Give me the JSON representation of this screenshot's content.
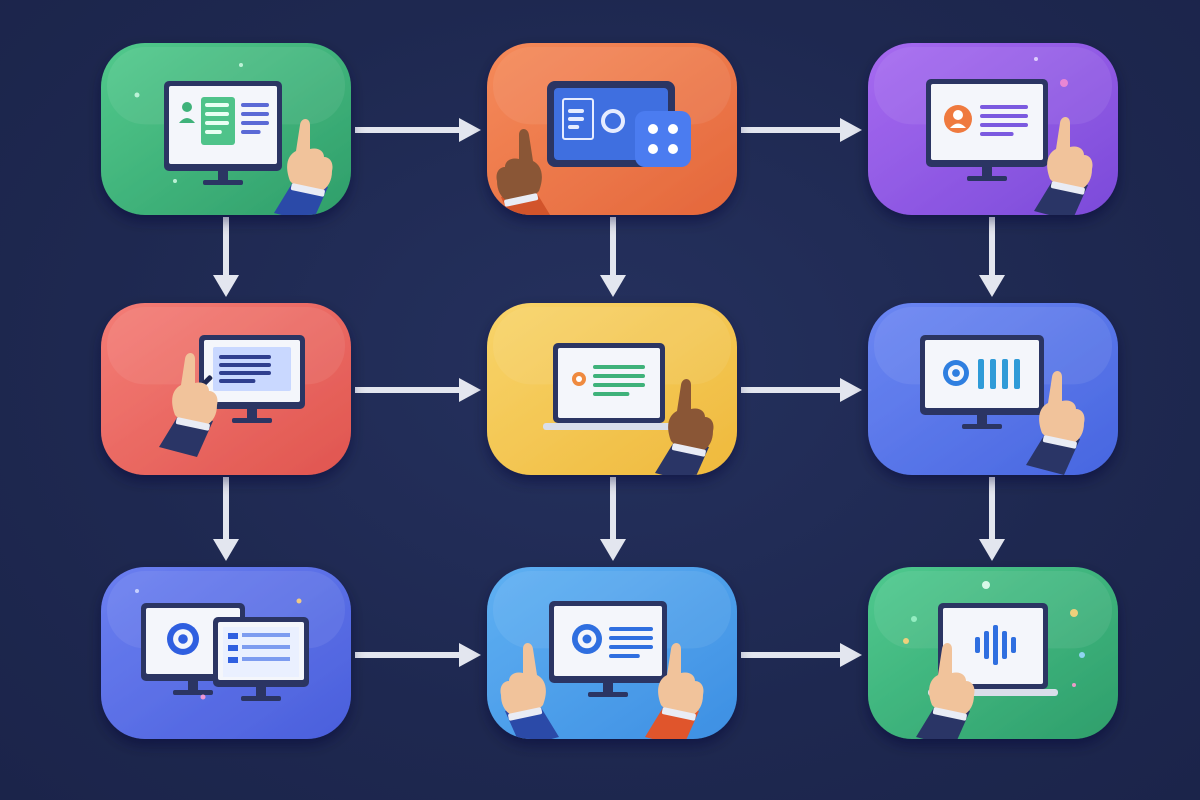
{
  "diagram": {
    "background_color": "#1f2a52",
    "arrow_color": "#e3e6ef",
    "nodes": [
      {
        "id": "step-1",
        "color_top": "#52c98c",
        "color_bottom": "#2f9e6a",
        "scene": "monitor-profile-form-touch",
        "skin": "#f1c39b",
        "sleeve": "#2b4aa8"
      },
      {
        "id": "step-2",
        "color_top": "#f58a5a",
        "color_bottom": "#e4673b",
        "scene": "tablet-with-app-grid",
        "skin": "#8a5636",
        "sleeve": "#d2542b"
      },
      {
        "id": "step-3",
        "color_top": "#a66af0",
        "color_bottom": "#7b4ad9",
        "scene": "monitor-user-card-touch",
        "skin": "#f1c39b",
        "sleeve": "#2a3566"
      },
      {
        "id": "step-4",
        "color_top": "#f47d76",
        "color_bottom": "#e0554f",
        "scene": "monitor-text-pen",
        "skin": "#f1c39b",
        "sleeve": "#2a3566"
      },
      {
        "id": "step-5",
        "color_top": "#f8d46a",
        "color_bottom": "#efb93c",
        "scene": "laptop-form-touch",
        "skin": "#8a5636",
        "sleeve": "#2a3566"
      },
      {
        "id": "step-6",
        "color_top": "#6b86f2",
        "color_bottom": "#4766e0",
        "scene": "monitor-bars-touch",
        "skin": "#f1c39b",
        "sleeve": "#2a3566"
      },
      {
        "id": "step-7",
        "color_top": "#6b7ff0",
        "color_bottom": "#4a5fdc",
        "scene": "dual-monitor-target",
        "skin": "#f1c39b",
        "sleeve": "#2a3566"
      },
      {
        "id": "step-8",
        "color_top": "#5fb0f2",
        "color_bottom": "#3d8fe3",
        "scene": "monitor-target-typing",
        "skin": "#f1c39b",
        "sleeve": "#2b4aa8"
      },
      {
        "id": "step-9",
        "color_top": "#4fc98e",
        "color_bottom": "#2e9e6b",
        "scene": "laptop-audio-wave-touch",
        "skin": "#f1c39b",
        "sleeve": "#2a3566"
      }
    ],
    "edges": [
      {
        "from": "step-1",
        "to": "step-2"
      },
      {
        "from": "step-2",
        "to": "step-3"
      },
      {
        "from": "step-4",
        "to": "step-5"
      },
      {
        "from": "step-5",
        "to": "step-6"
      },
      {
        "from": "step-7",
        "to": "step-8"
      },
      {
        "from": "step-8",
        "to": "step-9"
      },
      {
        "from": "step-1",
        "to": "step-4"
      },
      {
        "from": "step-2",
        "to": "step-5"
      },
      {
        "from": "step-3",
        "to": "step-6"
      },
      {
        "from": "step-4",
        "to": "step-7"
      },
      {
        "from": "step-5",
        "to": "step-8"
      },
      {
        "from": "step-6",
        "to": "step-9"
      }
    ]
  }
}
